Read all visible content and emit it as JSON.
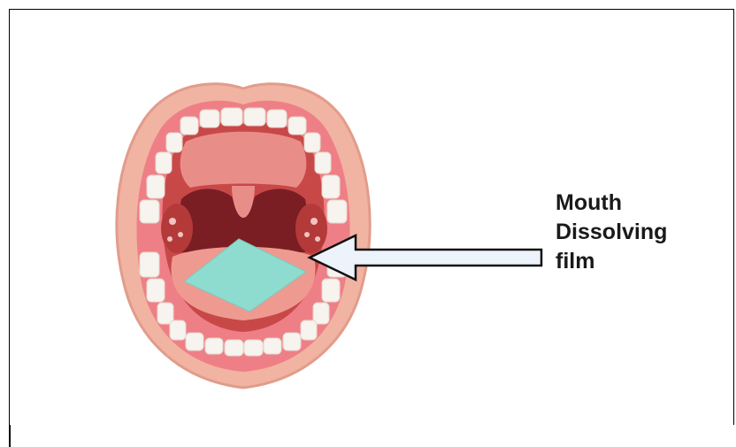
{
  "annotation": {
    "lines": [
      "Mouth",
      "Dissolving",
      "film"
    ]
  },
  "colors": {
    "lip": "#f1b3a2",
    "lip_edge": "#e29c8b",
    "gum": "#ef7f86",
    "throat": "#b43a3a",
    "throat_dark": "#7a1e24",
    "palate": "#e98d88",
    "tongue": "#ef9a90",
    "teeth": "#f7f3ee",
    "film": "#8ddccf",
    "arrow_fill": "#edf3fb"
  }
}
